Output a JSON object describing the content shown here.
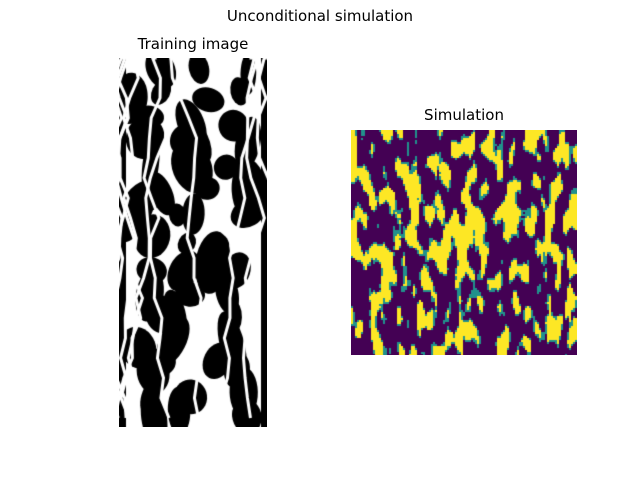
{
  "figure": {
    "suptitle": "Unconditional simulation"
  },
  "panels": {
    "training_image": {
      "title": "Training image",
      "colormap": "binary",
      "colors": {
        "foreground": "#ffffff",
        "background": "#000000"
      }
    },
    "simulation": {
      "title": "Simulation",
      "colormap": "viridis",
      "colors": {
        "low": "#440154",
        "mid": "#21918c",
        "high": "#fde725"
      }
    }
  }
}
